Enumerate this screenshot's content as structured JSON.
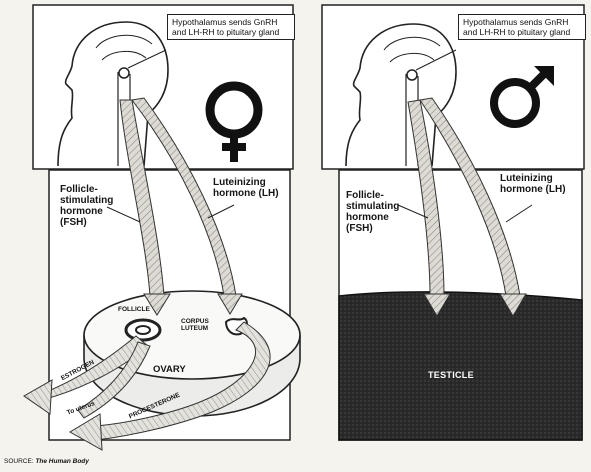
{
  "female_panel": {
    "callout": "Hypothalamus sends GnRH and LH-RH to pituitary gland",
    "fsh_label": "Follicle-stimulating hormone (FSH)",
    "lh_label": "Luteinizing hormone (LH)",
    "follicle_label": "FOLLICLE",
    "corpus_luteum_label": "CORPUS LUTEUM",
    "ovary_label": "OVARY",
    "estrogen_label": "ESTROGEN",
    "to_uterus_label": "To uterus",
    "progesterone_label": "PROGESTERONE",
    "symbol_icon": "female-symbol-icon"
  },
  "male_panel": {
    "callout": "Hypothalamus sends GnRH and LH-RH to pituitary gland",
    "fsh_label": "Follicle-stimulating hormone (FSH)",
    "lh_label": "Luteinizing hormone (LH)",
    "testicle_label": "TESTICLE",
    "symbol_icon": "male-symbol-icon"
  },
  "source": {
    "prefix": "SOURCE:",
    "name": "The Human Body"
  }
}
